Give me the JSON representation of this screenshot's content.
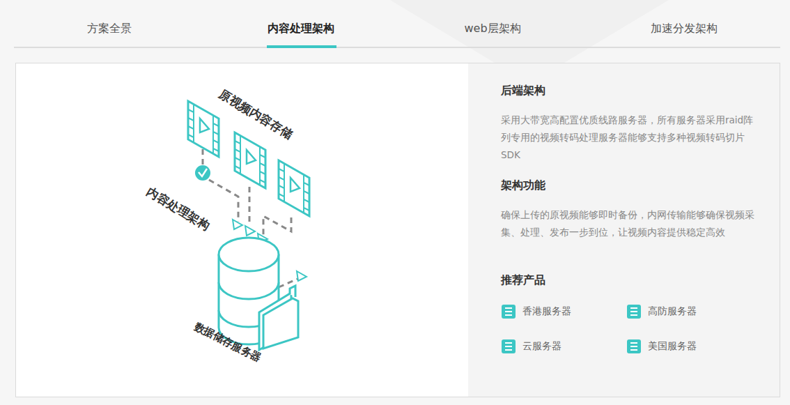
{
  "diagram": {
    "labels": [
      "方案全景",
      "内容处理架构",
      "web层架构",
      "加速分发架构",
      "原视频内容存储",
      "内容处理架构",
      "数据储存服务器",
      "后端架构",
      "采用大带宽高配置优质线路服务器，所有服务器采用raid阵列专用的视频转码处理服务器能够支持多种视频转码切片SDK",
      "架构功能",
      "确保上传的原视频能够即时备份，内网传输能够确保视频采集、处理、发布一步到位，让视频内容提供稳定高效",
      "推荐产品",
      "香港服务器",
      "高防服务器",
      "云服务器",
      "美国服务器"
    ]
  }
}
